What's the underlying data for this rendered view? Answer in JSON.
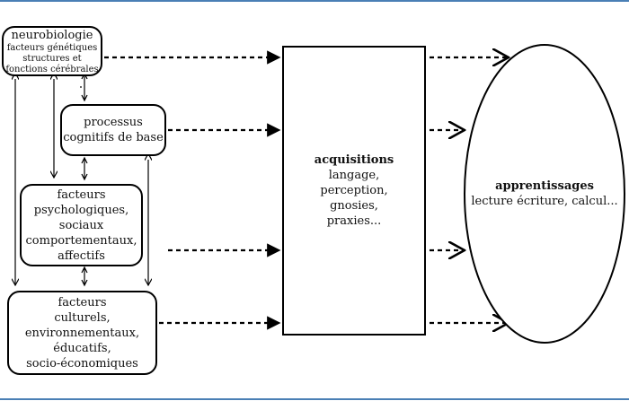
{
  "boxes": {
    "neurobiologie": {
      "title": "neurobiologie",
      "lines": [
        "facteurs génétiques",
        "structures et",
        "fonctions cérébrales"
      ]
    },
    "processus": {
      "lines": [
        "processus",
        "cognitifs de base"
      ]
    },
    "psycho": {
      "lines": [
        "facteurs",
        "psychologiques,",
        "sociaux",
        "comportementaux,",
        "affectifs"
      ]
    },
    "culturels": {
      "lines": [
        "facteurs",
        "culturels,",
        "environnementaux,",
        "éducatifs,",
        "socio-économiques"
      ]
    }
  },
  "acquisitions": {
    "title": "acquisitions",
    "lines": [
      "langage,",
      "perception,",
      "gnosies,",
      "praxies..."
    ]
  },
  "apprentissages": {
    "title": "apprentissages",
    "subtitle": "lecture écriture, calcul..."
  }
}
